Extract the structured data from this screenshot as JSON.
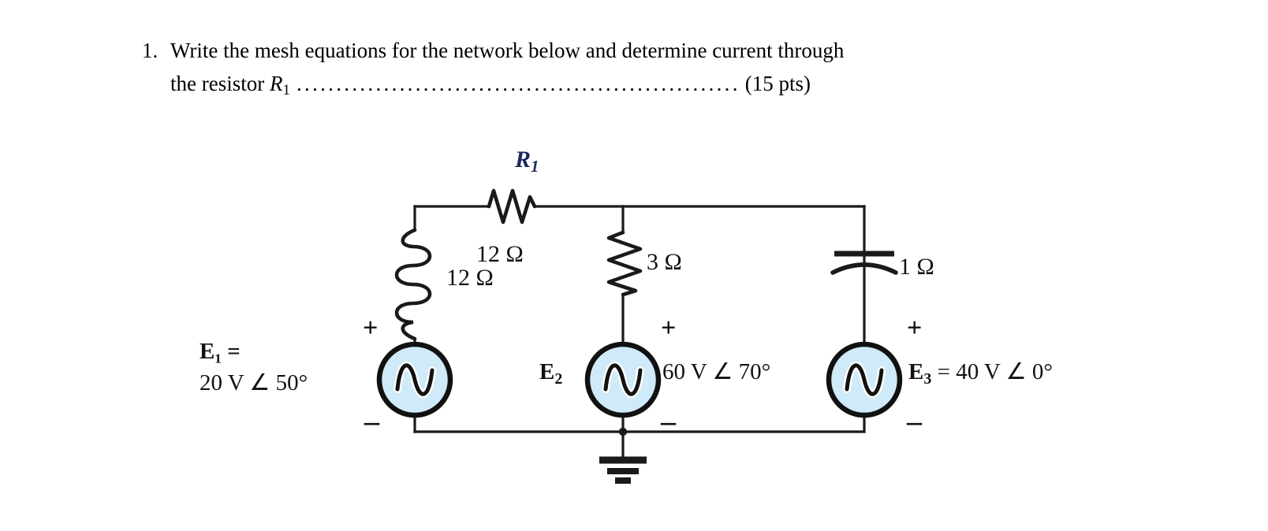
{
  "question": {
    "number": "1.",
    "line1": "Write the mesh equations for the network below and determine current through",
    "line2_pre": "the resistor",
    "line2_symbol": "R",
    "line2_symbol_sub": "1",
    "dots": "........................................................",
    "points": "(15 pts)"
  },
  "circuit": {
    "title_label": "R",
    "title_label_sub": "1",
    "components": [
      {
        "name": "resistor-r1",
        "type": "resistor",
        "value": "12 Ω",
        "label": "R1"
      },
      {
        "name": "inductor-l1",
        "type": "inductor",
        "value": "12 Ω"
      },
      {
        "name": "resistor-r2",
        "type": "resistor",
        "value": "3 Ω"
      },
      {
        "name": "capacitor-c1",
        "type": "capacitor",
        "value": "1 Ω"
      }
    ],
    "labels": {
      "r1_value": "12 Ω",
      "inductor_value": "12 Ω",
      "resistor3_value": "3 Ω",
      "capacitor_value": "1 Ω"
    },
    "sources": [
      {
        "name": "source-e1",
        "symbol": "E",
        "subscript": "1",
        "equals": "=",
        "magnitude": "20 V",
        "angle_symbol": "∠",
        "angle": "50°",
        "text_line1": "E₁  =",
        "text_line2": "20  V  ∠  50°",
        "plus": "+",
        "minus": "–"
      },
      {
        "name": "source-e2",
        "symbol": "E",
        "subscript": "2",
        "magnitude": "60 V",
        "angle_symbol": "∠",
        "angle": "70°",
        "text_value": "60 V ∠ 70°",
        "plus": "+",
        "minus": "–"
      },
      {
        "name": "source-e3",
        "symbol": "E",
        "subscript": "3",
        "equals": "=",
        "magnitude": "40 V",
        "angle_symbol": "∠",
        "angle": "0°",
        "text_value": "=  40 V ∠  0°",
        "plus": "+",
        "minus": "–"
      }
    ],
    "ground": {
      "name": "ground-symbol"
    },
    "colors": {
      "source_fill": "#cfeaf8",
      "wire": "#1a1a1a",
      "label_accent": "#1b2a5e",
      "text": "#111111"
    }
  }
}
